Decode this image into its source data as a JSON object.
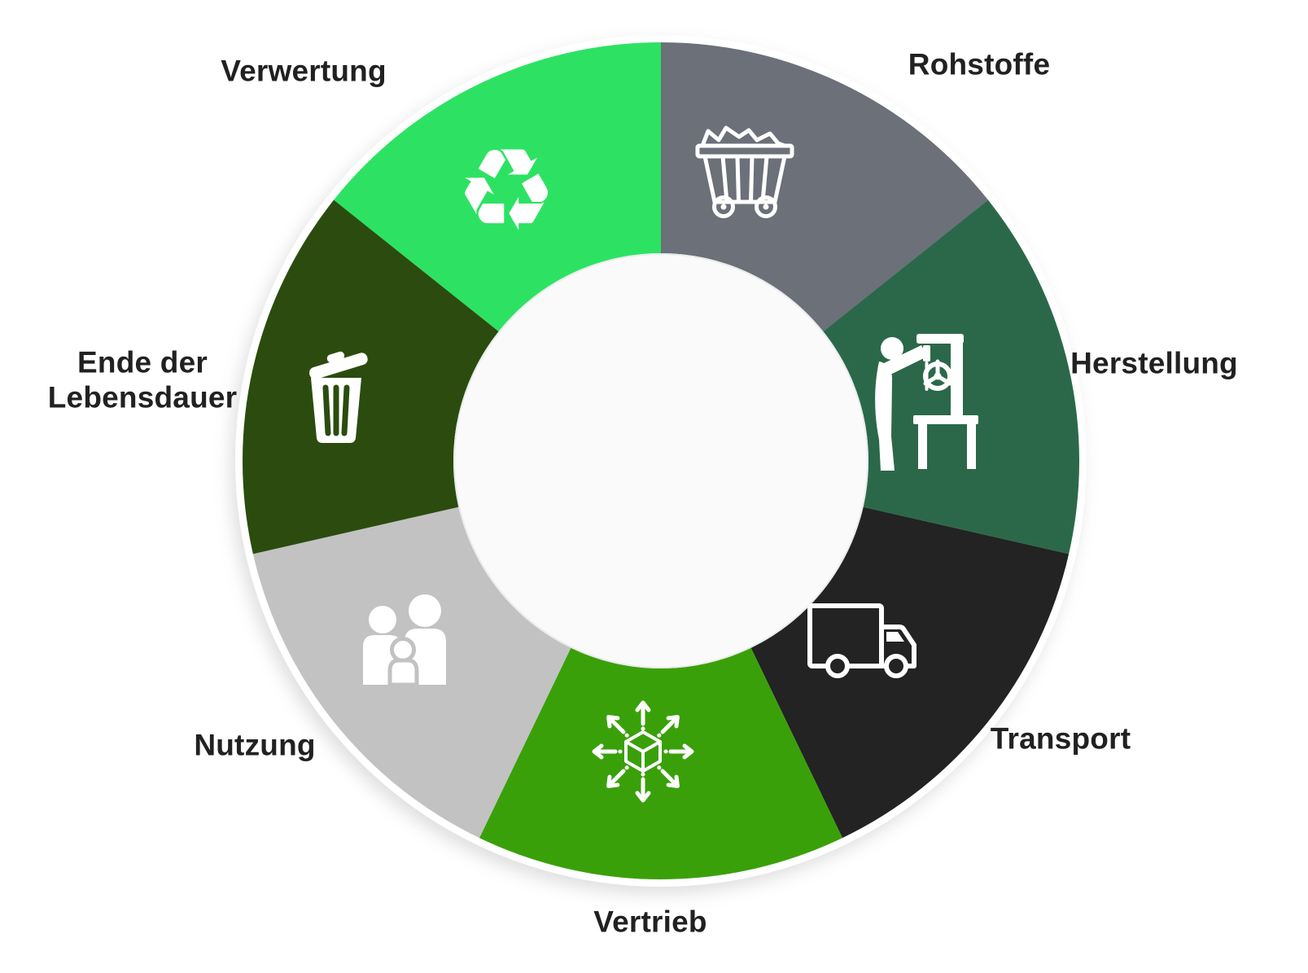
{
  "wheel": {
    "type": "lifecycle-donut",
    "description": "Produktlebenszyklus-Kreisdiagramm",
    "segments": [
      {
        "id": "rohstoffe",
        "label": "Rohstoffe",
        "color": "#6b7079",
        "icon": "mine-cart-icon"
      },
      {
        "id": "herstellung",
        "label": "Herstellung",
        "color": "#2b6849",
        "icon": "worker-machine-icon"
      },
      {
        "id": "transport",
        "label": "Transport",
        "color": "#222322",
        "icon": "truck-icon"
      },
      {
        "id": "vertrieb",
        "label": "Vertrieb",
        "color": "#3aa00a",
        "icon": "package-distribution-icon"
      },
      {
        "id": "nutzung",
        "label": "Nutzung",
        "color": "#c2c2c2",
        "icon": "family-icon"
      },
      {
        "id": "ende-der-lebensdauer",
        "label": "Ende der Lebensdauer",
        "color": "#2b4c0e",
        "icon": "trash-can-icon"
      },
      {
        "id": "verwertung",
        "label": "Verwertung",
        "color": "#2de262",
        "icon": "recycling-icon"
      }
    ],
    "center_color": "#fafafa",
    "icon_color": "#ffffff",
    "label_color": "#212121",
    "background_color": "#ffffff",
    "recycle_glyph": "♻"
  }
}
